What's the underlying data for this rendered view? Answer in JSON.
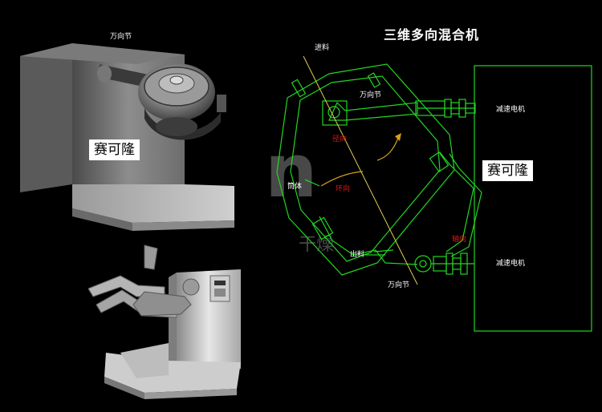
{
  "title": "三维多向混合机",
  "brand_label": "赛可隆",
  "watermark": {
    "logo": "n",
    "text": "干燥"
  },
  "photo_top": {
    "label_universal_joint": "万向节"
  },
  "diagram": {
    "feed": "进料",
    "universal_joint_top": "万向节",
    "radial": "径向",
    "circumferential": "环向",
    "barrel": "筒体",
    "discharge": "出料",
    "axial": "轴向",
    "universal_joint_bottom": "万向节",
    "motor_top": "减速电机",
    "motor_bottom": "减速电机"
  },
  "colors": {
    "background": "#000000",
    "line_green": "#22d622",
    "feed_axis": "#e0d050",
    "accent_red": "#e01818",
    "text": "#ffffff"
  }
}
